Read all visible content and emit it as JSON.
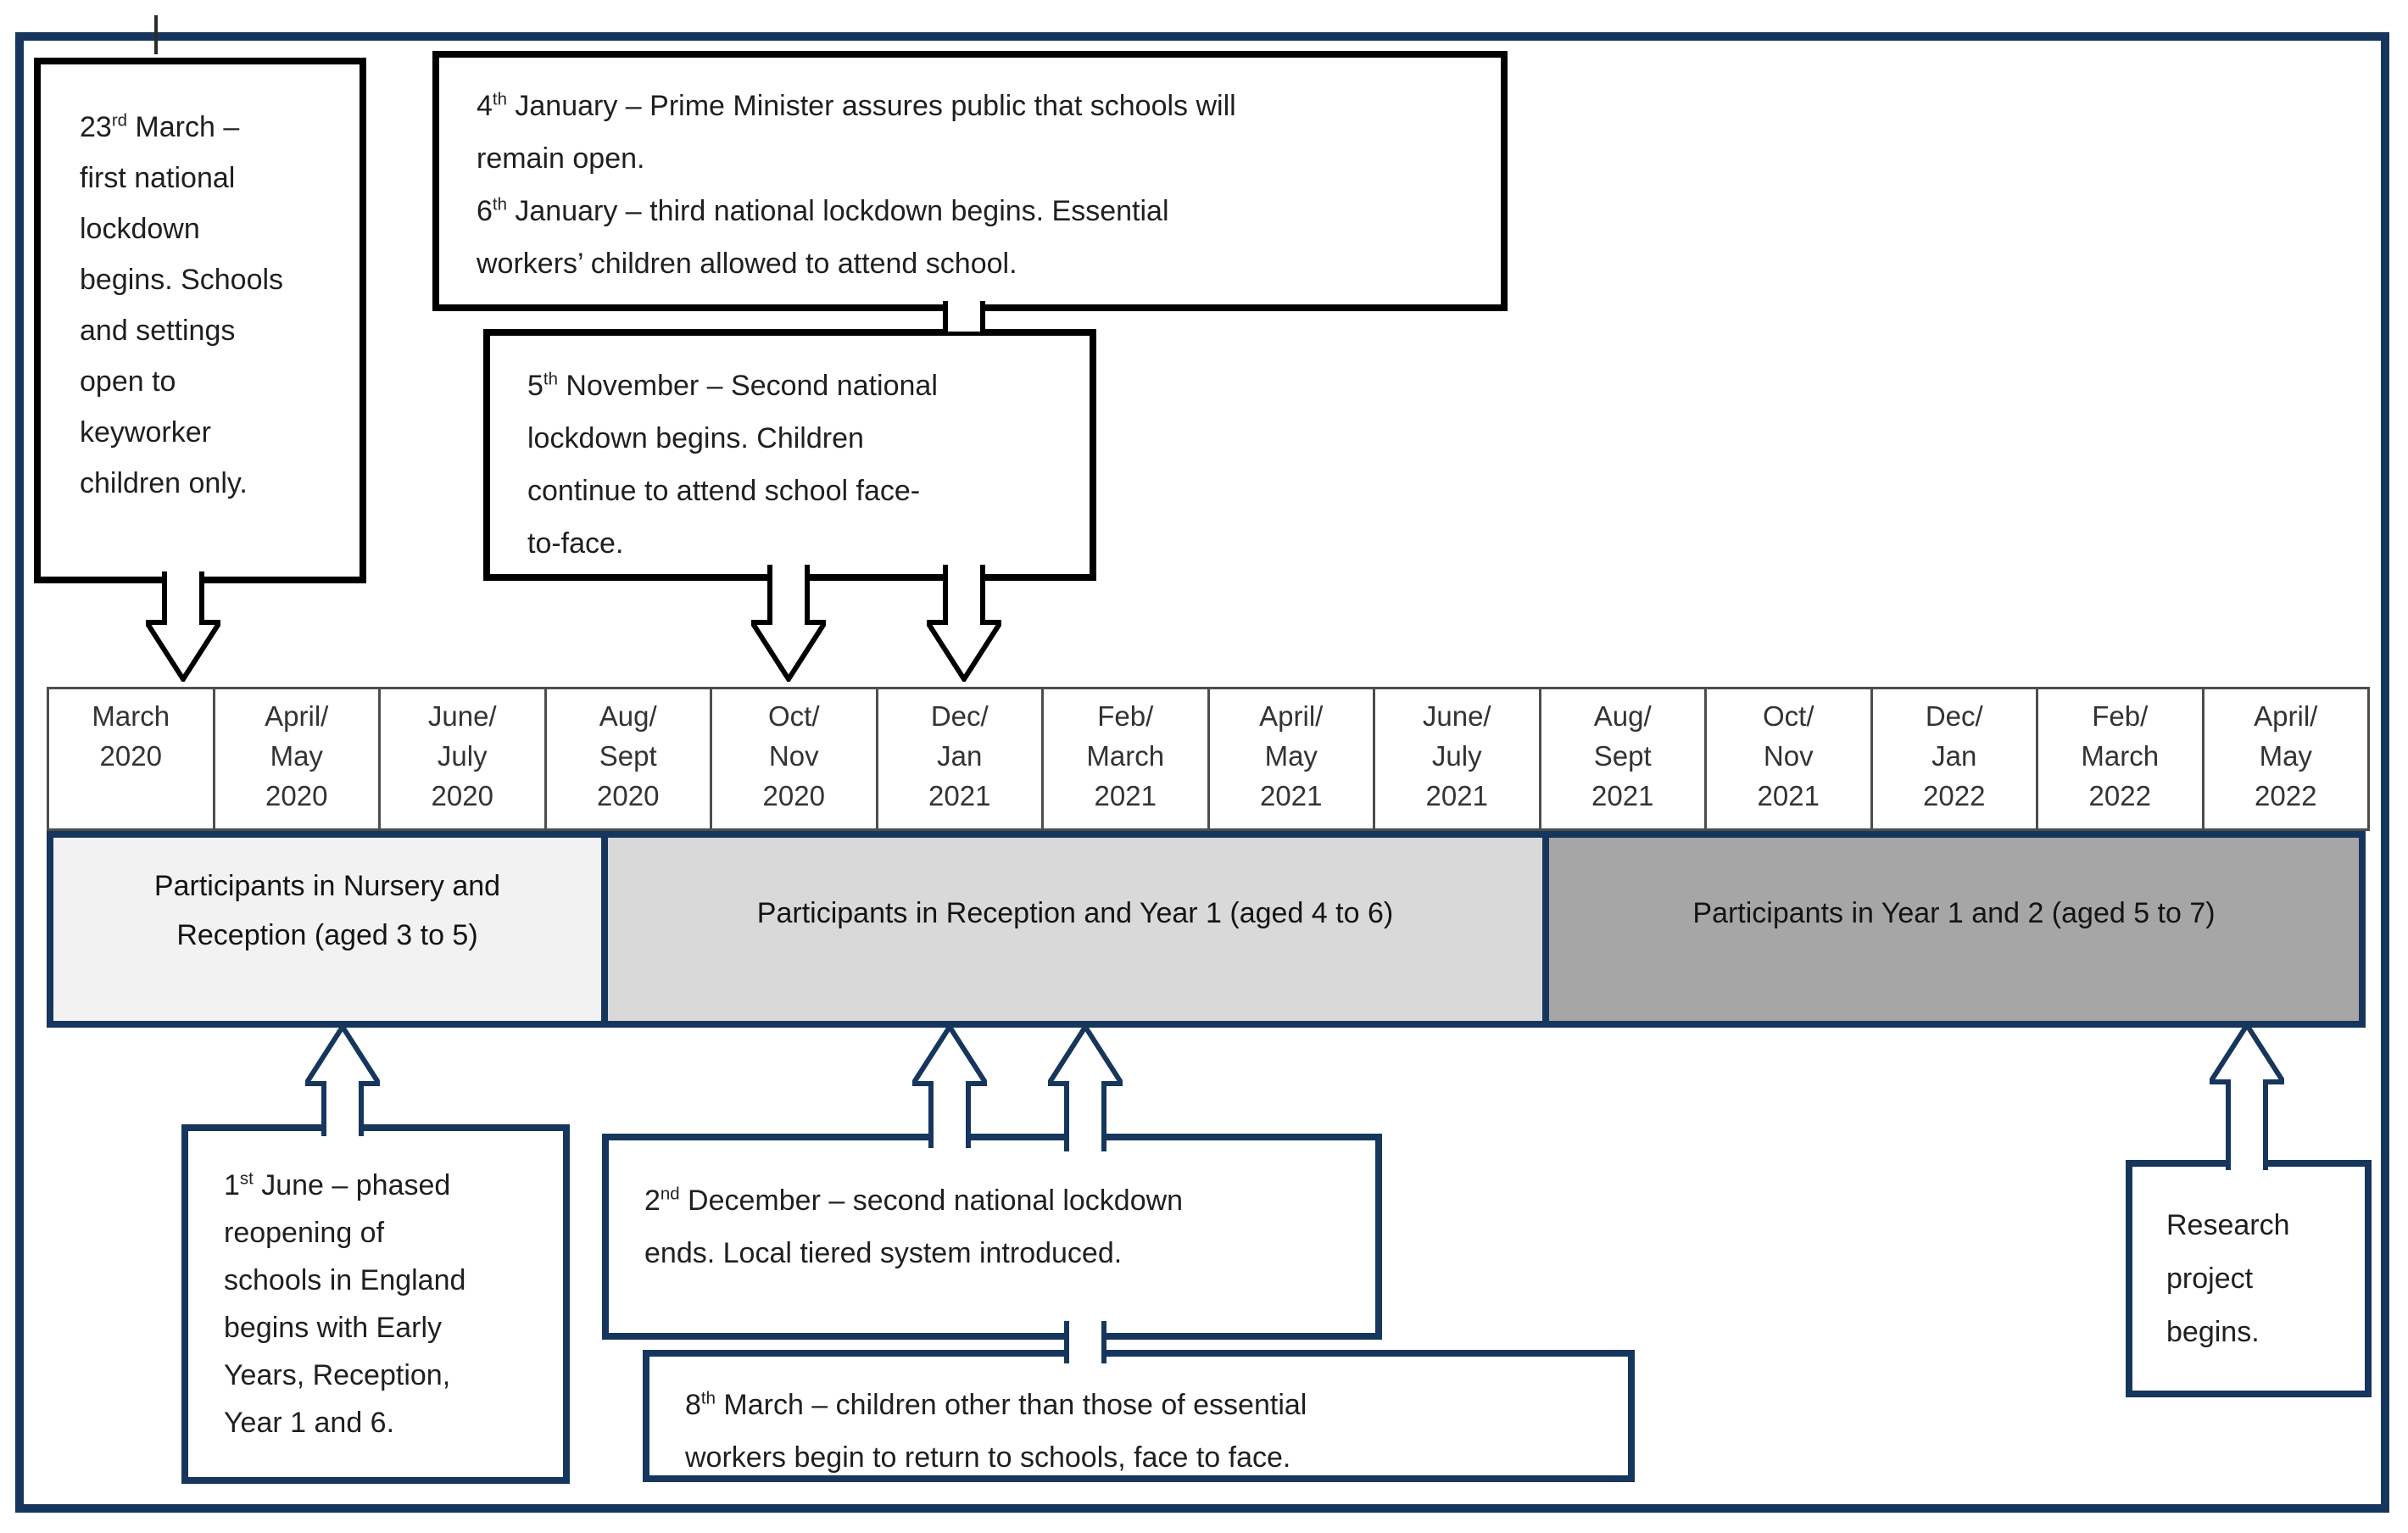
{
  "colors": {
    "frame_navy": "#17365d",
    "annotation_border_black": "#000000",
    "timeline_cell_border": "#4d4d4d",
    "band1_fill": "#f2f2f2",
    "band2_fill": "#d9d9d9",
    "band3_fill": "#a6a6a6"
  },
  "annotations": {
    "march23": {
      "lines": [
        {
          "pre": "23",
          "sup": "rd",
          "rest": " March –"
        },
        {
          "rest": "first national"
        },
        {
          "rest": "lockdown"
        },
        {
          "rest": "begins. Schools"
        },
        {
          "rest": "and settings"
        },
        {
          "rest": "open to"
        },
        {
          "rest": "keyworker"
        },
        {
          "rest": "children only."
        }
      ]
    },
    "jan": {
      "lines": [
        {
          "pre": "4",
          "sup": "th",
          "rest": " January – Prime Minister assures public that schools will"
        },
        {
          "rest": "remain open."
        },
        {
          "pre": "6",
          "sup": "th",
          "rest": " January – third national lockdown begins. Essential"
        },
        {
          "rest": "workers’ children allowed to attend school."
        }
      ]
    },
    "nov5": {
      "lines": [
        {
          "pre": "5",
          "sup": "th",
          "rest": " November – Second national"
        },
        {
          "rest": "lockdown begins. Children"
        },
        {
          "rest": "continue to attend school face-"
        },
        {
          "rest": "to-face."
        }
      ]
    },
    "june1": {
      "lines": [
        {
          "pre": "1",
          "sup": "st",
          "rest": " June – phased"
        },
        {
          "rest": "reopening of"
        },
        {
          "rest": "schools in England"
        },
        {
          "rest": "begins with Early"
        },
        {
          "rest": "Years, Reception,"
        },
        {
          "rest": "Year 1 and 6."
        }
      ]
    },
    "dec2": {
      "lines": [
        {
          "pre": "2",
          "sup": "nd",
          "rest": " December – second national lockdown"
        },
        {
          "rest": "ends. Local tiered system introduced."
        }
      ]
    },
    "march8": {
      "lines": [
        {
          "pre": "8",
          "sup": "th",
          "rest": " March – children other than those of essential"
        },
        {
          "rest": "workers begin to return to schools, face to face."
        }
      ]
    },
    "research": {
      "lines": [
        {
          "rest": "Research"
        },
        {
          "rest": "project"
        },
        {
          "rest": "begins."
        }
      ]
    }
  },
  "timeline": {
    "cells": [
      {
        "lines": [
          "March",
          "2020"
        ]
      },
      {
        "lines": [
          "April/",
          "May",
          "2020"
        ]
      },
      {
        "lines": [
          "June/",
          "July",
          "2020"
        ]
      },
      {
        "lines": [
          "Aug/",
          "Sept",
          "2020"
        ]
      },
      {
        "lines": [
          "Oct/",
          "Nov",
          "2020"
        ]
      },
      {
        "lines": [
          "Dec/",
          "Jan",
          "2021"
        ]
      },
      {
        "lines": [
          "Feb/",
          "March",
          "2021"
        ]
      },
      {
        "lines": [
          "April/",
          "May",
          "2021"
        ]
      },
      {
        "lines": [
          "June/",
          "July",
          "2021"
        ]
      },
      {
        "lines": [
          "Aug/",
          "Sept",
          "2021"
        ]
      },
      {
        "lines": [
          "Oct/",
          "Nov",
          "2021"
        ]
      },
      {
        "lines": [
          "Dec/",
          "Jan",
          "2022"
        ]
      },
      {
        "lines": [
          "Feb/",
          "March",
          "2022"
        ]
      },
      {
        "lines": [
          "April/",
          "May",
          "2022"
        ]
      }
    ]
  },
  "bands": [
    {
      "fill": "#f2f2f2",
      "lines": [
        "Participants in Nursery and",
        "Reception (aged 3 to 5)"
      ]
    },
    {
      "fill": "#d9d9d9",
      "lines": [
        "Participants in Reception and Year 1 (aged 4 to 6)"
      ]
    },
    {
      "fill": "#a6a6a6",
      "lines": [
        "Participants in Year 1 and 2 (aged 5 to 7)"
      ]
    }
  ]
}
